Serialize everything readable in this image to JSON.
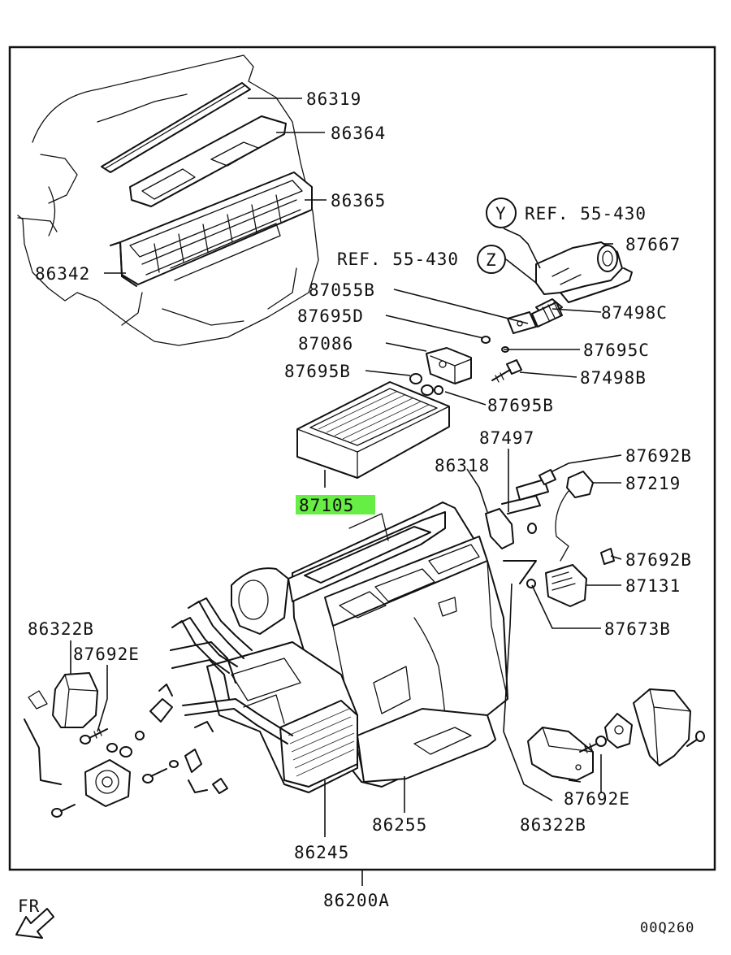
{
  "diagram": {
    "highlight_color": "#66ee44",
    "highlighted_part": "87105",
    "assembly_label": "86200A",
    "direction_label": "FR",
    "diagram_code": "00Q260",
    "ref_y_symbol": "Y",
    "ref_z_symbol": "Z",
    "ref_y_text": "REF. 55-430",
    "ref_z_text": "REF. 55-430",
    "labels": {
      "p86319": "86319",
      "p86364": "86364",
      "p86365": "86365",
      "p86342": "86342",
      "p87667": "87667",
      "p87055B": "87055B",
      "p87695D": "87695D",
      "p87498C": "87498C",
      "p87086": "87086",
      "p87695C": "87695C",
      "p87695B_a": "87695B",
      "p87498B": "87498B",
      "p87695B_b": "87695B",
      "p87497": "87497",
      "p87692B_a": "87692B",
      "p86318": "86318",
      "p87219": "87219",
      "p87105": "87105",
      "p87692B_b": "87692B",
      "p87131": "87131",
      "p86322B_a": "86322B",
      "p87692E_a": "87692E",
      "p87673B": "87673B",
      "p87692E_b": "87692E",
      "p86255": "86255",
      "p86322B_b": "86322B",
      "p86245": "86245"
    }
  }
}
